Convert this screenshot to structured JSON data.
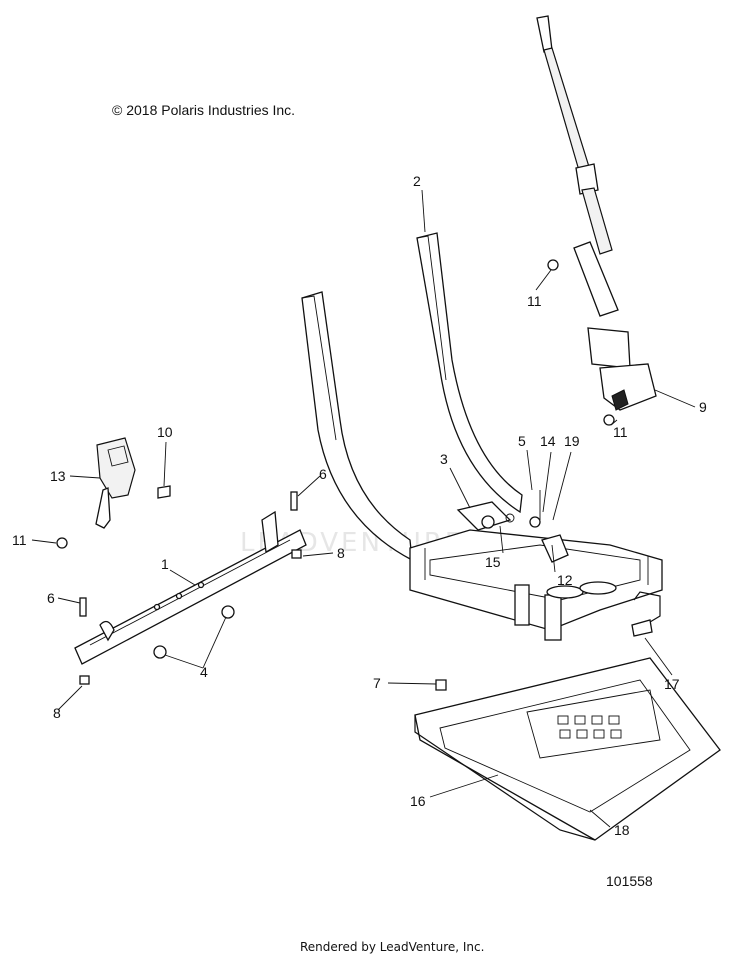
{
  "header": {
    "copyright": "© 2018 Polaris Industries Inc."
  },
  "watermark": "LEADVENTURE",
  "figure_number": "101558",
  "footer": {
    "rendered_by": "Rendered by LeadVenture, Inc."
  },
  "callouts": {
    "c1": "1",
    "c2": "2",
    "c3": "3",
    "c4": "4",
    "c5": "5",
    "c6a": "6",
    "c6b": "6",
    "c7": "7",
    "c8a": "8",
    "c8b": "8",
    "c9": "9",
    "c10": "10",
    "c11a": "11",
    "c11b": "11",
    "c11c": "11",
    "c12": "12",
    "c13": "13",
    "c14": "14",
    "c15": "15",
    "c16": "16",
    "c17": "17",
    "c18": "18",
    "c19": "19"
  }
}
